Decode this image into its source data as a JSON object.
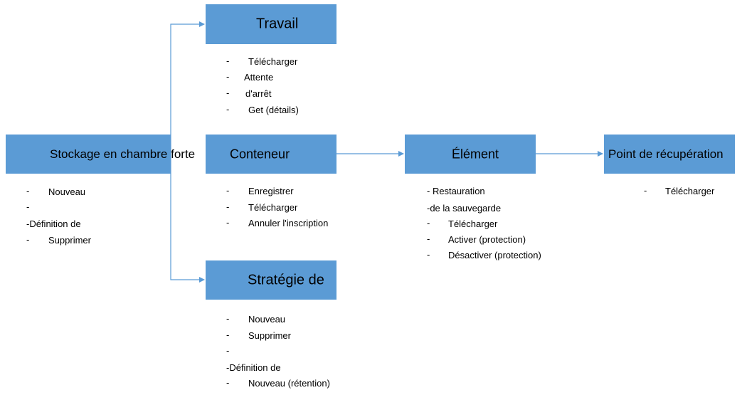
{
  "colors": {
    "node_fill": "#5b9bd5",
    "connector": "#5b9bd5",
    "text": "#000000"
  },
  "nodes": {
    "vault": {
      "label": "Stockage en chambre forte"
    },
    "job": {
      "label": "Travail"
    },
    "container": {
      "label": "Conteneur"
    },
    "policy": {
      "label": "Stratégie de"
    },
    "item": {
      "label": "Élément"
    },
    "recovery_point": {
      "label": "Point de récupération"
    }
  },
  "lists": {
    "job": {
      "dashes": [
        "-",
        "-",
        "-",
        "-"
      ],
      "items": [
        "Télécharger",
        "Attente",
        "d'arrêt",
        "Get (détails)"
      ]
    },
    "vault": {
      "dash_1": "-",
      "item_1": "Nouveau",
      "dash_2": "-",
      "item_2": "-Définition de",
      "dash_3": "-",
      "item_3": "Supprimer"
    },
    "container": {
      "dashes": [
        "-",
        "-",
        "-"
      ],
      "items": [
        "Enregistrer",
        "Télécharger",
        "Annuler l'inscription"
      ]
    },
    "item": {
      "line_1": "-  Restauration",
      "line_2": "-de la sauvegarde",
      "dashes": [
        "-",
        "-",
        "-"
      ],
      "items": [
        "Télécharger",
        "Activer (protection)",
        "Désactiver (protection)"
      ]
    },
    "recovery_point": {
      "dash": "-",
      "item": "Télécharger"
    },
    "policy": {
      "dash_1": "-",
      "item_1": "Nouveau",
      "dash_2": "-",
      "item_2": "Supprimer",
      "dash_3": "-",
      "item_3": "-Définition de",
      "dash_4": "-",
      "item_4": "Nouveau (rétention)"
    }
  }
}
